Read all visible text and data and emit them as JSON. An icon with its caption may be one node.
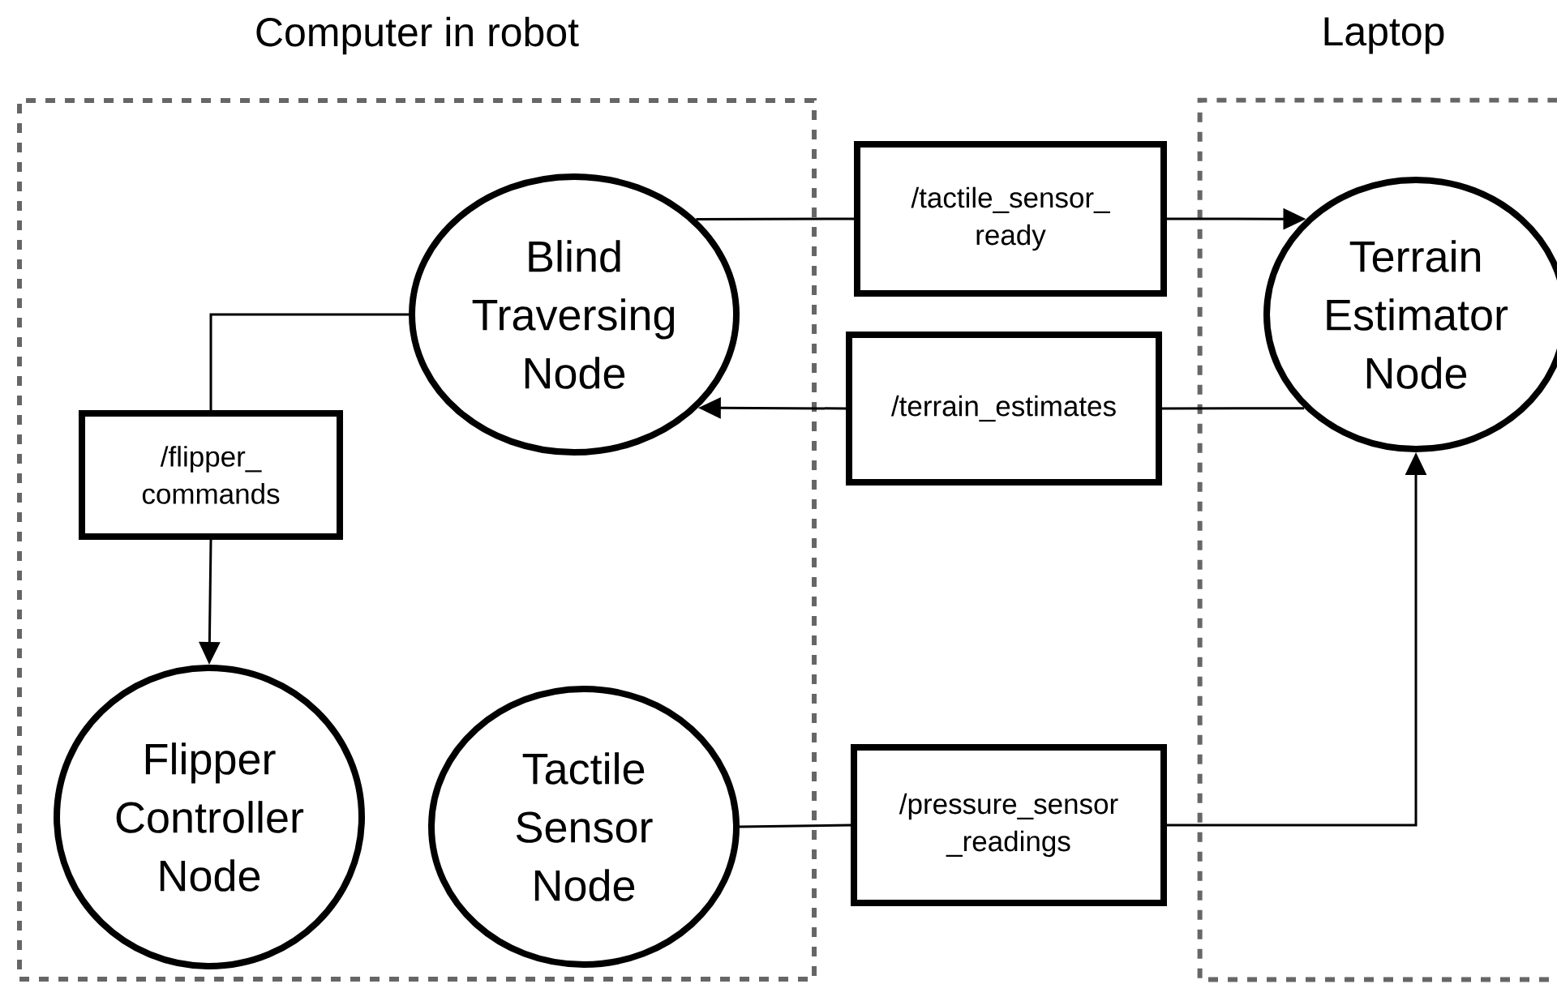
{
  "diagram": {
    "nodes": [
      {
        "text": [
          "Computer in robot"
        ]
      },
      {
        "text": [
          "Blind Traversing Node"
        ],
        "in": 0
      },
      {
        "text": [
          "/flipper_ commands"
        ],
        "in": 0
      },
      {
        "text": [
          "Flipper Controller Node"
        ],
        "in": 0
      },
      {
        "text": [
          "Tactile Sensor Node"
        ],
        "in": 0
      },
      {
        "text": [
          "/tactile_sensor_ ready"
        ]
      },
      {
        "text": [
          "/terrain_estimates"
        ]
      },
      {
        "text": [
          "/pressure_sensor _readings"
        ]
      },
      {
        "text": [
          "Laptop"
        ]
      },
      {
        "text": [
          "Terrain Estimator Node"
        ],
        "in": 8
      }
    ],
    "edges": [
      {
        "from": 1,
        "to": 5,
        "arrow": "none"
      },
      {
        "from": 5,
        "to": 9,
        "arrow": "to"
      },
      {
        "from": 9,
        "to": 6,
        "arrow": "none"
      },
      {
        "from": 6,
        "to": 1,
        "arrow": "to"
      },
      {
        "from": 1,
        "to": 2,
        "arrow": "none"
      },
      {
        "from": 2,
        "to": 3,
        "arrow": "to"
      },
      {
        "from": 4,
        "to": 7,
        "arrow": "none"
      },
      {
        "from": 7,
        "to": 9,
        "arrow": "to"
      }
    ]
  }
}
